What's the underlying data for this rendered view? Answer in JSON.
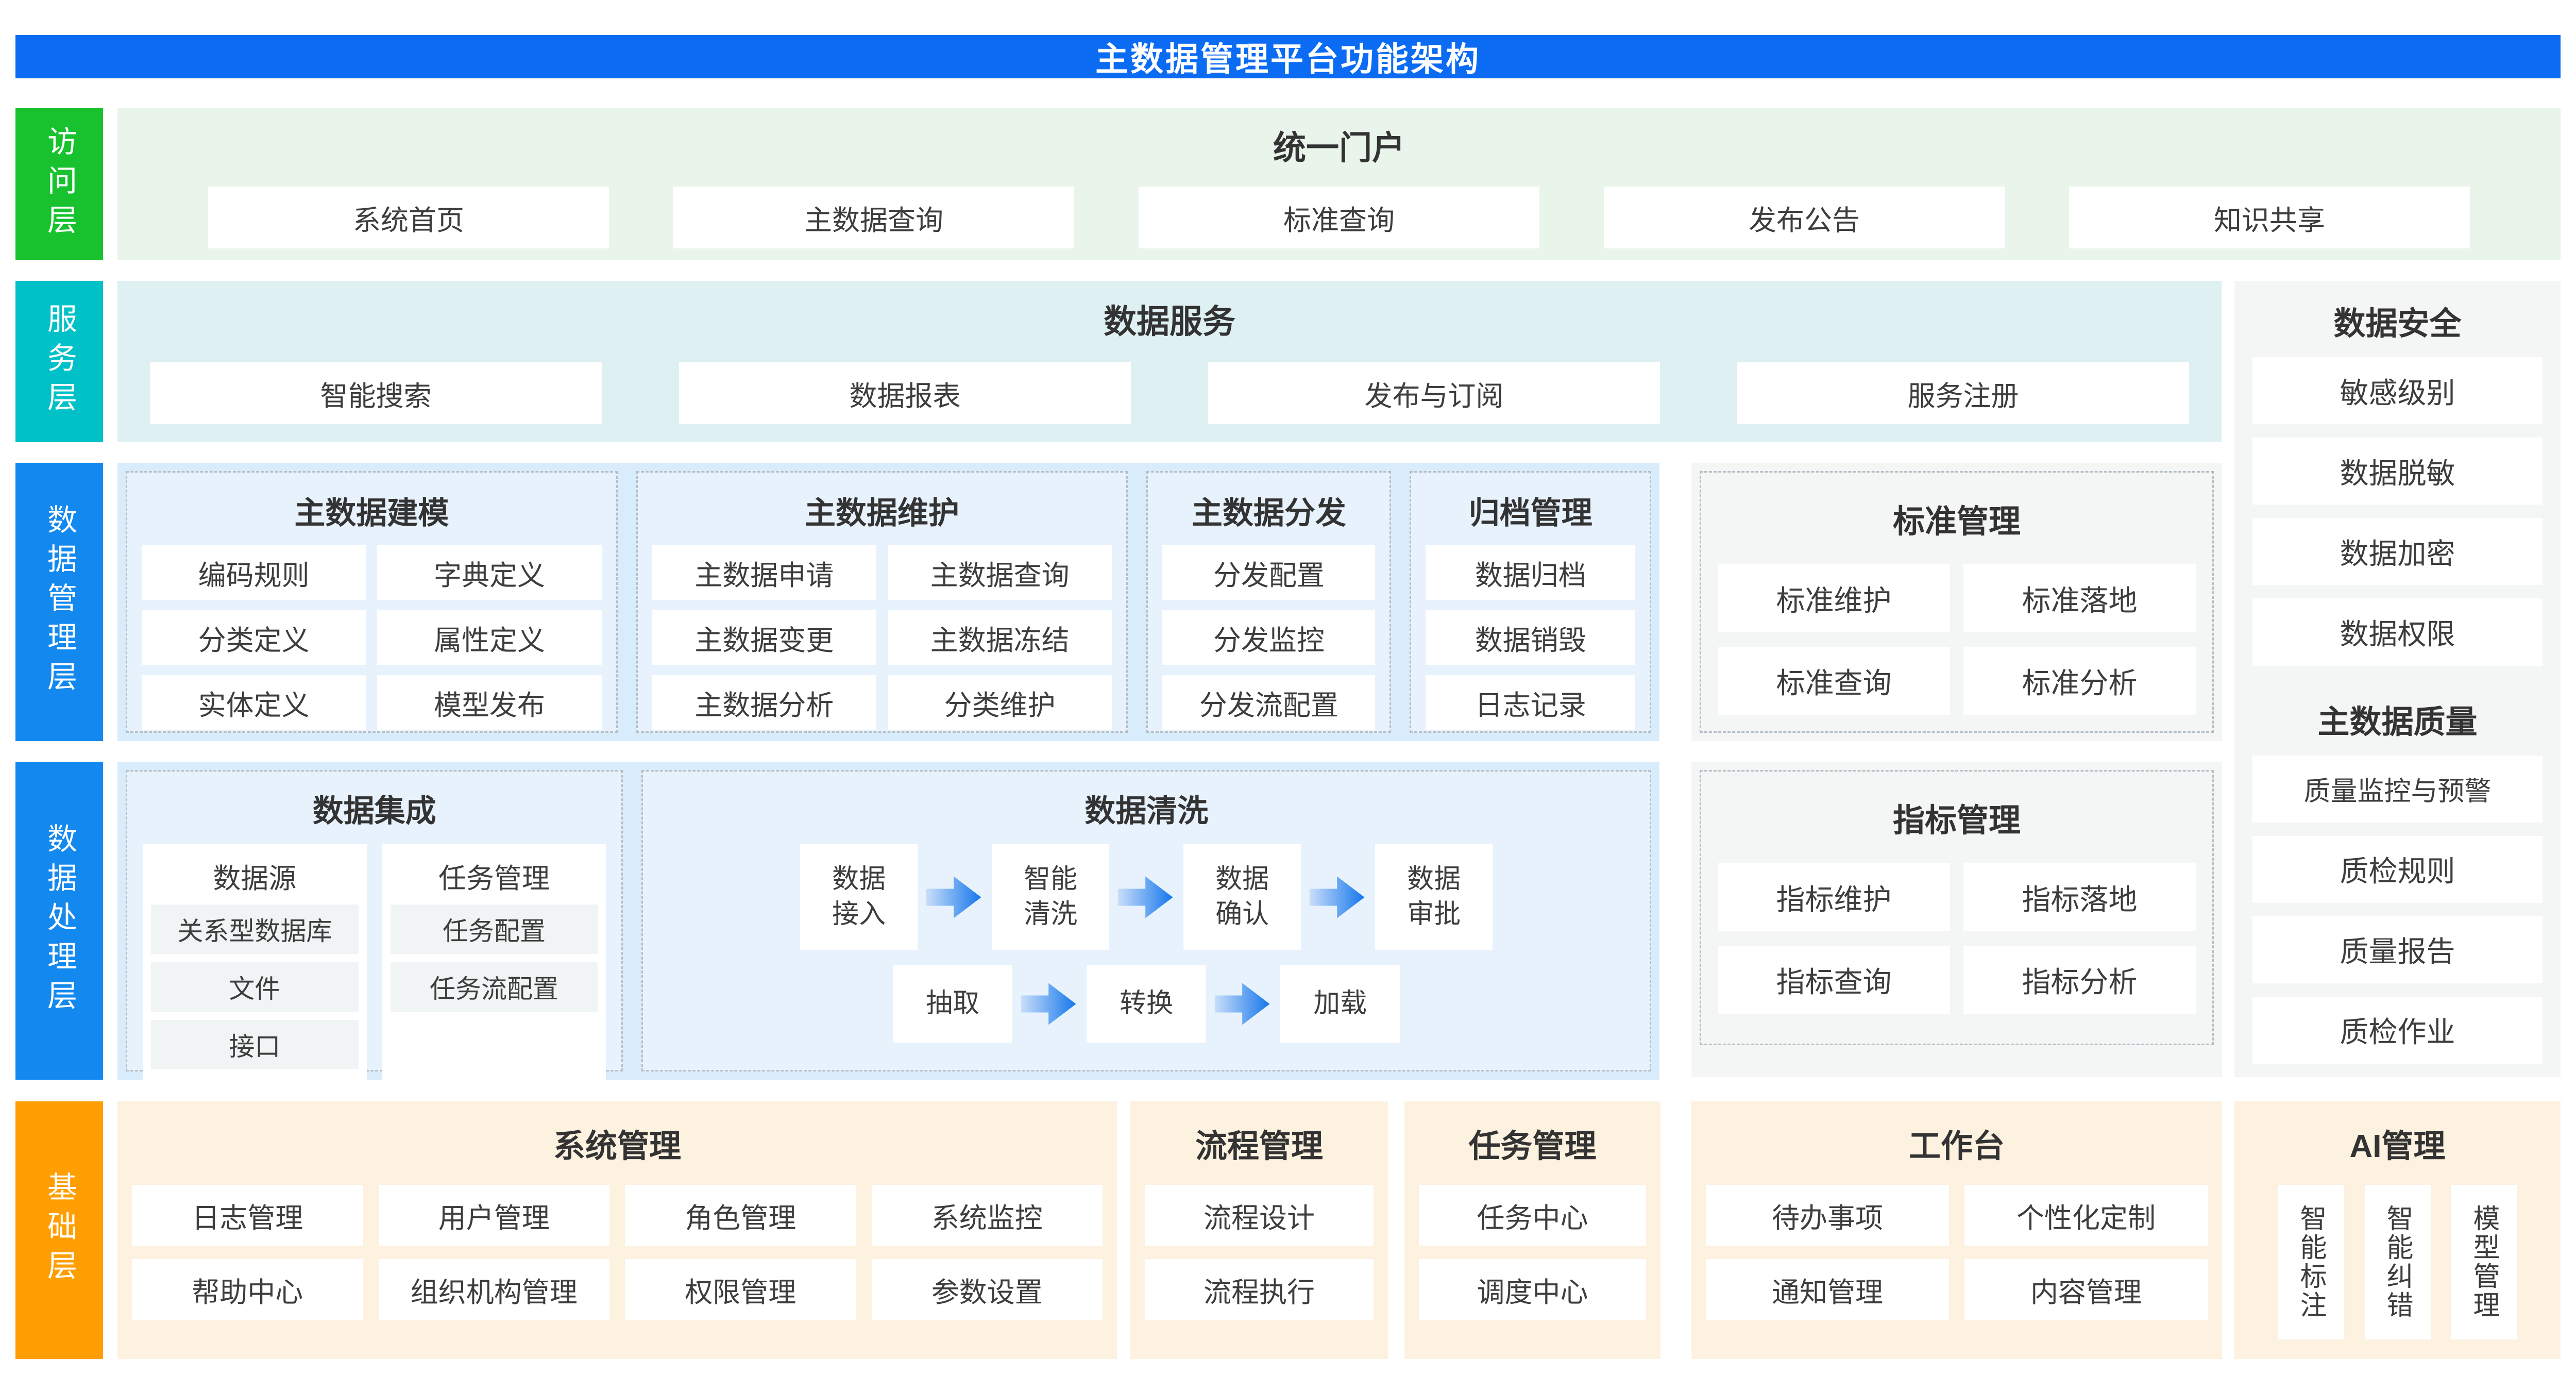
{
  "title": "主数据管理平台功能架构",
  "colors": {
    "title_bar_blue": "#0b6cf3",
    "access_green": "#17c22e",
    "service_teal": "#00c0c8",
    "data_layer_blue": "#1388ee",
    "base_orange": "#ff9e00",
    "access_bg": "#e9f4ea",
    "service_bg": "#def0f2",
    "data_row_bg": "#d9ecfb",
    "dashed_box_bg": "#e7f2fd",
    "base_bg": "#fdf1e0",
    "gray_panel_bg": "#f4f6f6",
    "gray_item_bg": "#f1f4f5",
    "arrow_blue": "#1577ec"
  },
  "access_layer": {
    "label": "访问层",
    "portal_title": "统一门户",
    "items": [
      "系统首页",
      "主数据查询",
      "标准查询",
      "发布公告",
      "知识共享"
    ]
  },
  "service_layer": {
    "label": "服务层",
    "service_title": "数据服务",
    "items": [
      "智能搜索",
      "数据报表",
      "发布与订阅",
      "服务注册"
    ]
  },
  "data_mgmt_layer": {
    "label": "数据管理层",
    "modeling": {
      "title": "主数据建模",
      "items": [
        "编码规则",
        "字典定义",
        "分类定义",
        "属性定义",
        "实体定义",
        "模型发布"
      ]
    },
    "maintenance": {
      "title": "主数据维护",
      "items": [
        "主数据申请",
        "主数据查询",
        "主数据变更",
        "主数据冻结",
        "主数据分析",
        "分类维护"
      ]
    },
    "distribution": {
      "title": "主数据分发",
      "items": [
        "分发配置",
        "分发监控",
        "分发流配置"
      ]
    },
    "archive": {
      "title": "归档管理",
      "items": [
        "数据归档",
        "数据销毁",
        "日志记录"
      ]
    }
  },
  "standard_mgmt": {
    "title": "标准管理",
    "items": [
      "标准维护",
      "标准落地",
      "标准查询",
      "标准分析"
    ]
  },
  "indicator_mgmt": {
    "title": "指标管理",
    "items": [
      "指标维护",
      "指标落地",
      "指标查询",
      "指标分析"
    ]
  },
  "data_proc_layer": {
    "label": "数据处理层",
    "integration": {
      "title": "数据集成",
      "source": {
        "title": "数据源",
        "items": [
          "关系型数据库",
          "文件",
          "接口"
        ]
      },
      "task": {
        "title": "任务管理",
        "items": [
          "任务配置",
          "任务流配置"
        ]
      }
    },
    "cleaning": {
      "title": "数据清洗",
      "flow_top": [
        "数据接入",
        "智能清洗",
        "数据确认",
        "数据审批"
      ],
      "flow_bottom": [
        "抽取",
        "转换",
        "加载"
      ]
    }
  },
  "security": {
    "title": "数据安全",
    "items": [
      "敏感级别",
      "数据脱敏",
      "数据加密",
      "数据权限"
    ]
  },
  "quality": {
    "title": "主数据质量",
    "items": [
      "质量监控与预警",
      "质检规则",
      "质量报告",
      "质检作业"
    ]
  },
  "base_layer": {
    "label": "基础层",
    "system": {
      "title": "系统管理",
      "items": [
        "日志管理",
        "用户管理",
        "角色管理",
        "系统监控",
        "帮助中心",
        "组织机构管理",
        "权限管理",
        "参数设置"
      ]
    },
    "process": {
      "title": "流程管理",
      "items": [
        "流程设计",
        "流程执行"
      ]
    },
    "task": {
      "title": "任务管理",
      "items": [
        "任务中心",
        "调度中心"
      ]
    },
    "workbench": {
      "title": "工作台",
      "items": [
        "待办事项",
        "个性化定制",
        "通知管理",
        "内容管理"
      ]
    },
    "ai": {
      "title": "AI管理",
      "items": [
        "智能标注",
        "智能纠错",
        "模型管理"
      ]
    }
  }
}
